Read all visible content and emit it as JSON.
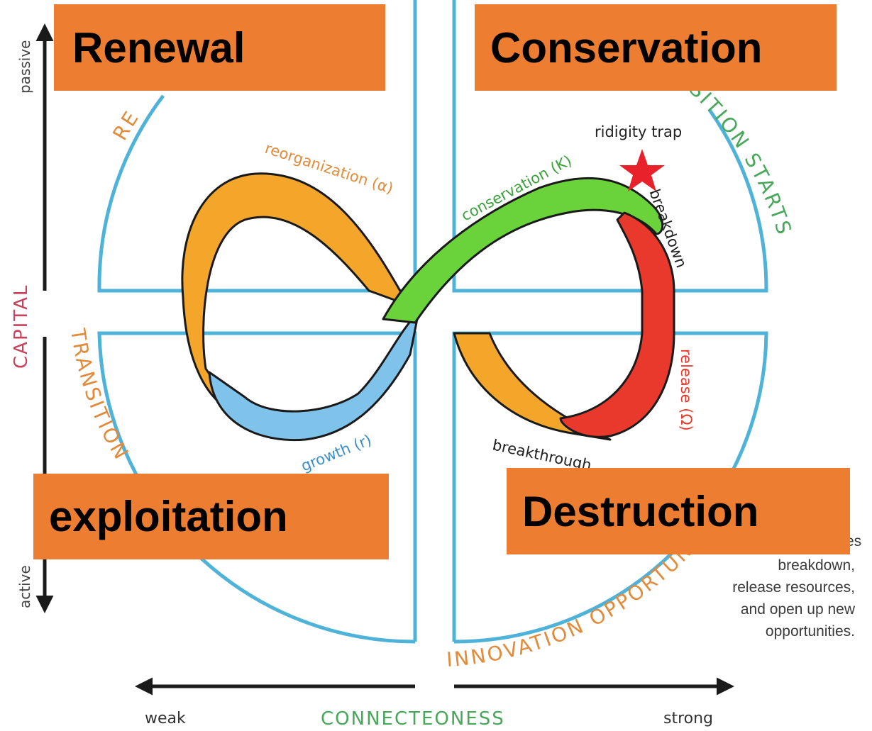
{
  "phases": {
    "renewal": "Renewal",
    "conservation": "Conservation",
    "exploitation": "exploitation",
    "destruction": "Destruction"
  },
  "loop_labels": {
    "reorganization": "reorganization (α)",
    "conservation": "conservation (K)",
    "growth": "growth (r)",
    "release": "release (Ω)",
    "breakdown": "breakdown",
    "breakthrough": "breakthrough",
    "ridigity_trap": "ridigity trap"
  },
  "ring_labels": {
    "top_right": "TRANSITION STARTS",
    "bottom_right": "INNOVATION OPPORTUNITIES",
    "top_left": "RE",
    "left": "TRANSITION"
  },
  "axes": {
    "y_title": "CAPITAL",
    "y_top": "passive",
    "y_bottom": "active",
    "x_title": "CONNECTEONESS",
    "x_left": "weak",
    "x_right": "strong"
  },
  "note": {
    "tail": "es",
    "lines": [
      "breakdown,",
      "release resources,",
      "and open up new",
      "opportunities."
    ]
  },
  "colors": {
    "phase_box": "#ed7d31",
    "ring": "#4fb3d9",
    "orange_band": "#f3a62a",
    "green_band": "#6ad33a",
    "blue_band": "#7fc3ea",
    "red_band": "#e8392c",
    "capital_label": "#c8415a",
    "connect_label": "#48a85a",
    "orange_label": "#e38b3a",
    "star": "#e8212b"
  },
  "icons": [
    "star-icon",
    "arrow-up-icon",
    "arrow-down-icon",
    "arrow-left-icon",
    "arrow-right-icon"
  ]
}
